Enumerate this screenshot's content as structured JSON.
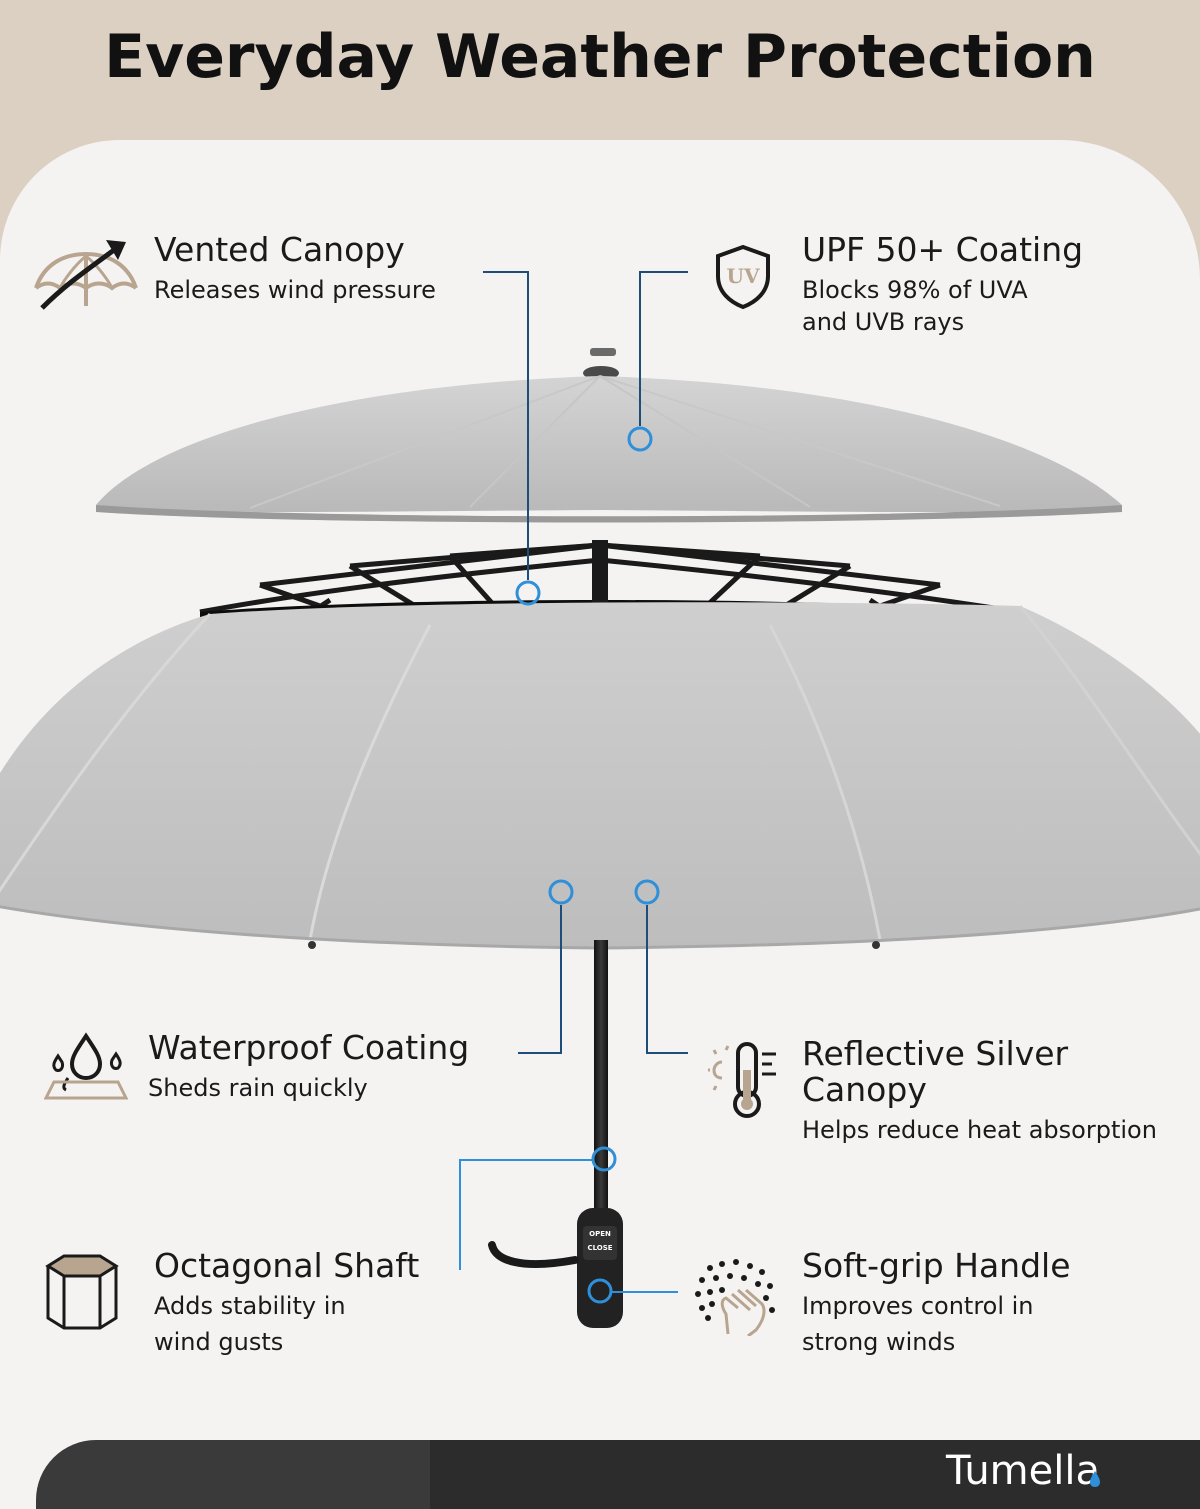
{
  "header": {
    "title": "Everyday Weather Protection"
  },
  "features": {
    "vented": {
      "title": "Vented Canopy",
      "desc": "Releases wind pressure"
    },
    "upf": {
      "title": "UPF 50+ Coating",
      "desc_line1": "Blocks 98% of UVA",
      "desc_line2": "and UVB rays",
      "icon_text": "UV"
    },
    "waterproof": {
      "title": "Waterproof Coating",
      "desc": "Sheds rain quickly"
    },
    "reflective": {
      "title_line1": "Reflective Silver",
      "title_line2": "Canopy",
      "desc": "Helps reduce heat absorption"
    },
    "octagonal": {
      "title": "Octagonal Shaft",
      "desc_line1": "Adds stability in",
      "desc_line2": "wind gusts"
    },
    "softgrip": {
      "title": "Soft-grip Handle",
      "desc_line1": "Improves control in",
      "desc_line2": "strong winds"
    }
  },
  "handle": {
    "label_open": "OPEN",
    "label_close": "CLOSE"
  },
  "footer": {
    "brand": "Tumella"
  },
  "colors": {
    "accent_blue": "#2f8fd8",
    "line_navy": "#1f3a5f",
    "beige": "#dcd0c3",
    "icon_tan": "#b8a58f"
  },
  "icons": [
    "umbrella-wind-icon",
    "uv-shield-icon",
    "water-drop-icon",
    "thermometer-sun-icon",
    "octagon-prism-icon",
    "hand-grip-icon"
  ]
}
